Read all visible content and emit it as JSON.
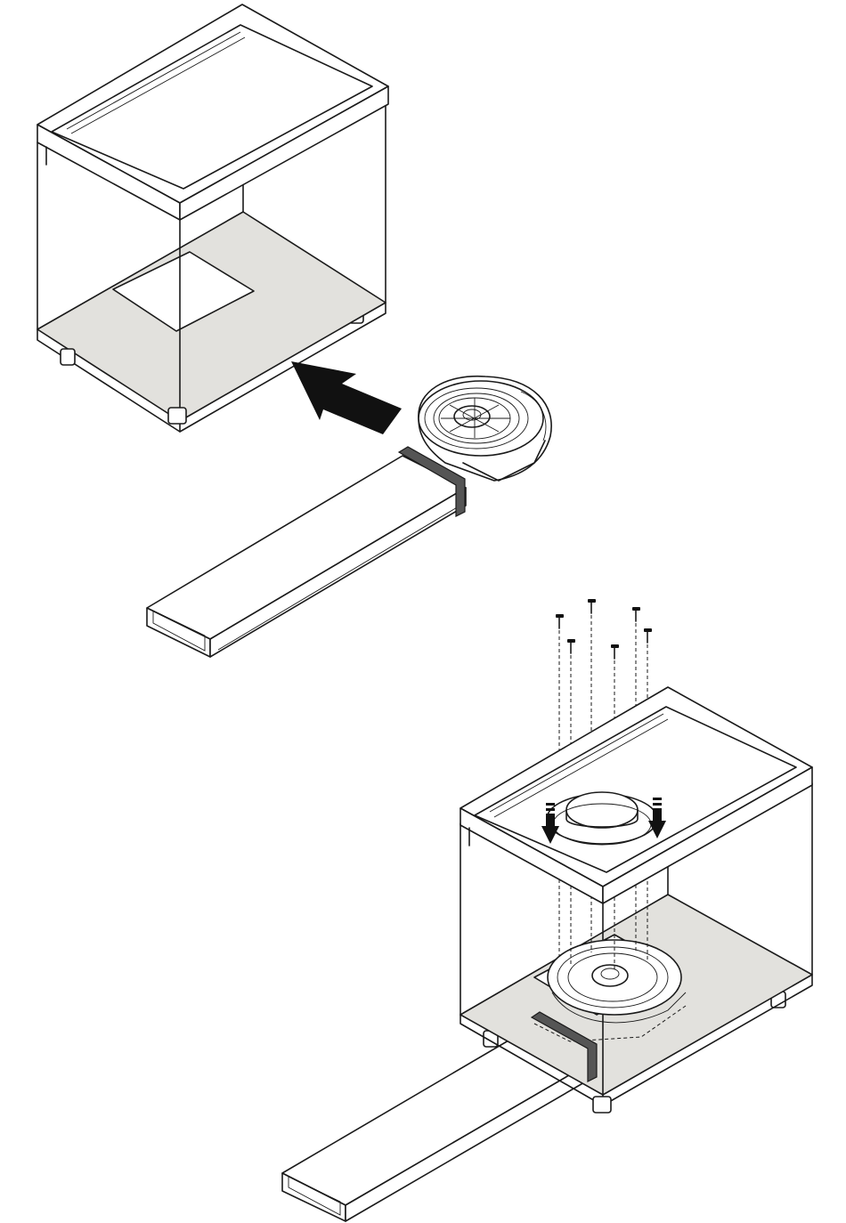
{
  "figure": {
    "colors": {
      "line": "#1a1a1a",
      "floor": "#e2e1dd",
      "strap": "#555555",
      "arrow": "#111111"
    },
    "steps": [
      {
        "name": "step-1-insert-fan",
        "elements": [
          "cabinet",
          "fan",
          "duct",
          "insert-arrow"
        ]
      },
      {
        "name": "step-2-screw-fan",
        "elements": [
          "cabinet",
          "fan",
          "duct",
          "screws",
          "down-arrows"
        ]
      }
    ],
    "screw_count": 6
  }
}
